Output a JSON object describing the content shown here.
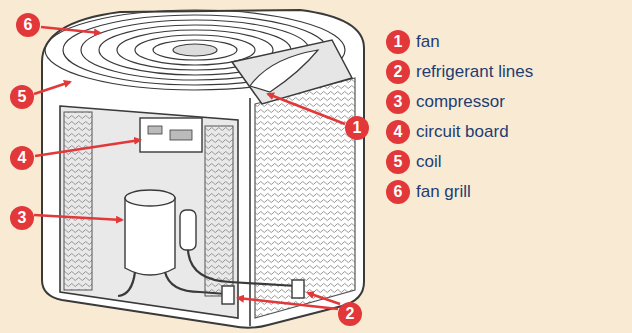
{
  "diagram": {
    "nodes": [
      {
        "text": [
          "6"
        ]
      },
      {
        "text": [
          "5"
        ]
      },
      {
        "text": [
          "1"
        ]
      },
      {
        "text": [
          "4"
        ]
      },
      {
        "text": [
          "3"
        ]
      },
      {
        "text": [
          "2"
        ]
      },
      {
        "text": [
          "1"
        ]
      },
      {
        "text": [
          "2"
        ]
      },
      {
        "text": [
          "3"
        ]
      },
      {
        "text": [
          "4"
        ]
      },
      {
        "text": [
          "5"
        ]
      },
      {
        "text": [
          "6"
        ]
      }
    ],
    "labels": [
      "fan",
      "refrigerant lines",
      "compressor",
      "circuit board",
      "coil",
      "fan grill"
    ]
  }
}
